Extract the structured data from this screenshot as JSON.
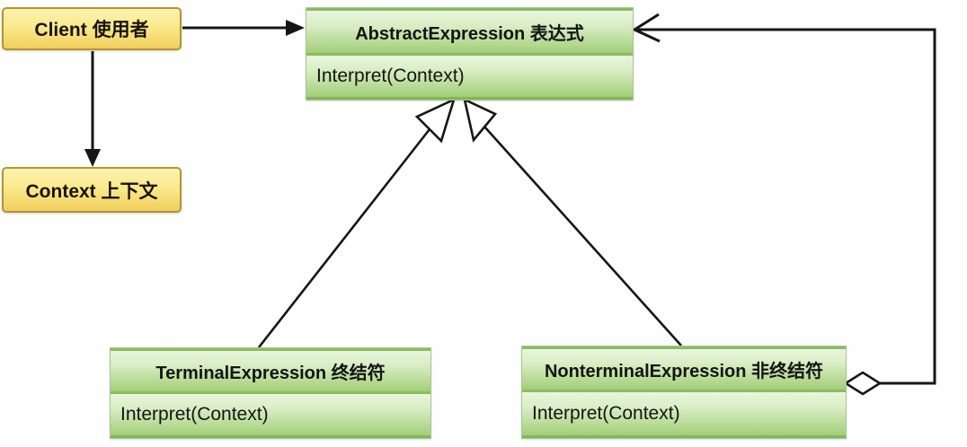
{
  "diagram": {
    "kind": "uml-class-diagram",
    "pattern": "Interpreter",
    "background": "#fefefe"
  },
  "colors": {
    "note_fill_top": "#fdf3b0",
    "note_fill_bottom": "#f0cf5c",
    "note_border": "#b2962e",
    "class_fill_top": "#e9f6dd",
    "class_fill_bottom": "#a2ce77",
    "class_edge": "#8abc60",
    "class_border": "#a9c596",
    "line": "#161616"
  },
  "nodes": {
    "client": {
      "label": "Client 使用者"
    },
    "context": {
      "label": "Context 上下文"
    },
    "abstract_expression": {
      "title": "AbstractExpression 表达式",
      "method": "Interpret(Context)"
    },
    "terminal_expression": {
      "title": "TerminalExpression 终结符",
      "method": "Interpret(Context)"
    },
    "nonterminal_expression": {
      "title": "NonterminalExpression 非终结符",
      "method": "Interpret(Context)"
    }
  },
  "edges": [
    {
      "from": "client",
      "to": "abstract_expression",
      "type": "association",
      "arrow": "filled"
    },
    {
      "from": "client",
      "to": "context",
      "type": "association",
      "arrow": "filled"
    },
    {
      "from": "terminal_expression",
      "to": "abstract_expression",
      "type": "generalization",
      "arrow": "hollow-triangle"
    },
    {
      "from": "nonterminal_expression",
      "to": "abstract_expression",
      "type": "generalization",
      "arrow": "hollow-triangle"
    },
    {
      "from": "nonterminal_expression",
      "to": "abstract_expression",
      "type": "aggregation",
      "arrow": "open",
      "diamond": "hollow"
    }
  ]
}
